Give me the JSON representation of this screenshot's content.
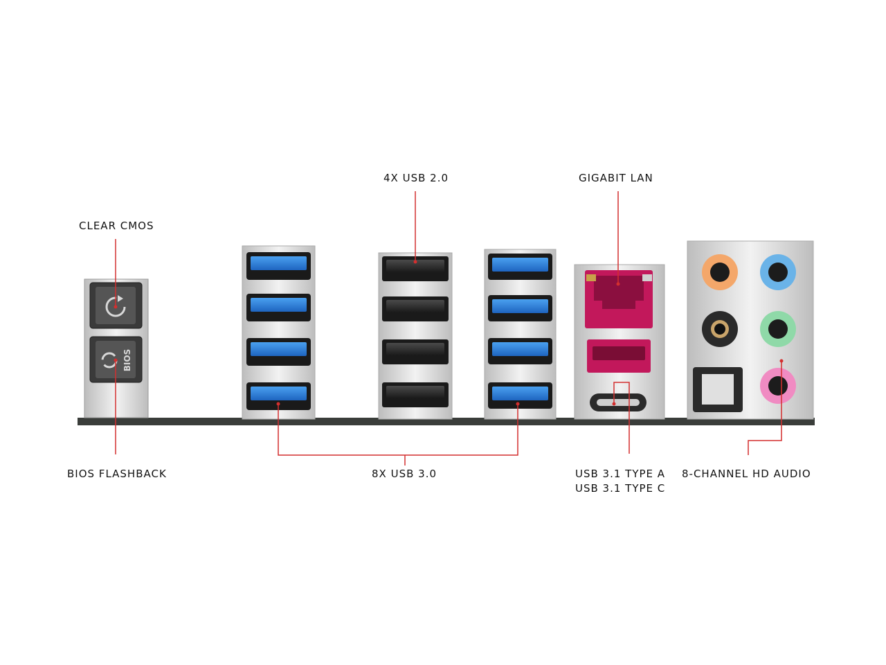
{
  "labels": {
    "clear_cmos": "CLEAR CMOS",
    "bios_flashback": "BIOS FLASHBACK",
    "bios_button_text": "BIOS",
    "usb20": "4X USB 2.0",
    "usb30": "8X USB 3.0",
    "gigabit_lan": "GIGABIT LAN",
    "usb31_a": "USB 3.1 TYPE A",
    "usb31_c": "USB 3.1 TYPE C",
    "hd_audio": "8-CHANNEL HD AUDIO"
  },
  "colors": {
    "callout_line": "#d32f2f",
    "usb3_blue": "#2f7fd8",
    "usb2_black": "#2b2b2b",
    "lan_red": "#c2185b",
    "audio_orange": "#f4a76a",
    "audio_blue": "#6ab3e8",
    "audio_black": "#1c1c1c",
    "audio_green": "#8fd9a8",
    "audio_pink": "#f08bc2",
    "io_shield": "#e4e4e4",
    "pcb": "#3a3d3a"
  }
}
